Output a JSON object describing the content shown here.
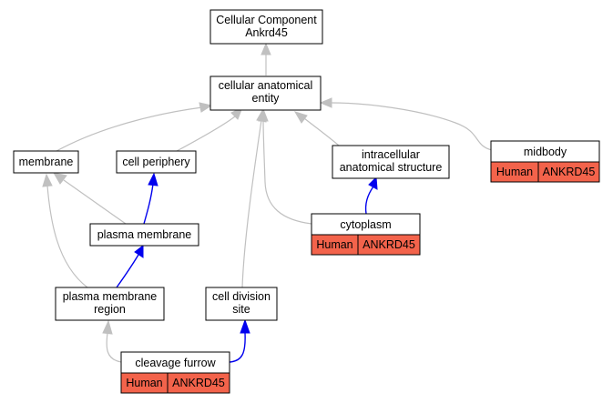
{
  "nodes": {
    "root": {
      "line1": "Cellular Component",
      "line2": "Ankrd45"
    },
    "cae": {
      "line1": "cellular anatomical",
      "line2": "entity"
    },
    "membrane": {
      "label": "membrane"
    },
    "periphery": {
      "label": "cell periphery"
    },
    "ias": {
      "line1": "intracellular",
      "line2": "anatomical structure"
    },
    "midbody": {
      "label": "midbody",
      "species": "Human",
      "gene": "ANKRD45"
    },
    "pm": {
      "label": "plasma membrane"
    },
    "cytoplasm": {
      "label": "cytoplasm",
      "species": "Human",
      "gene": "ANKRD45"
    },
    "pmr": {
      "line1": "plasma membrane",
      "line2": "region"
    },
    "cds": {
      "line1": "cell division",
      "line2": "site"
    },
    "furrow": {
      "label": "cleavage furrow",
      "species": "Human",
      "gene": "ANKRD45"
    }
  },
  "colors": {
    "gray_edge": "#c0c0c0",
    "blue_edge": "#0000ee",
    "annotation_fill": "#f3634b"
  }
}
